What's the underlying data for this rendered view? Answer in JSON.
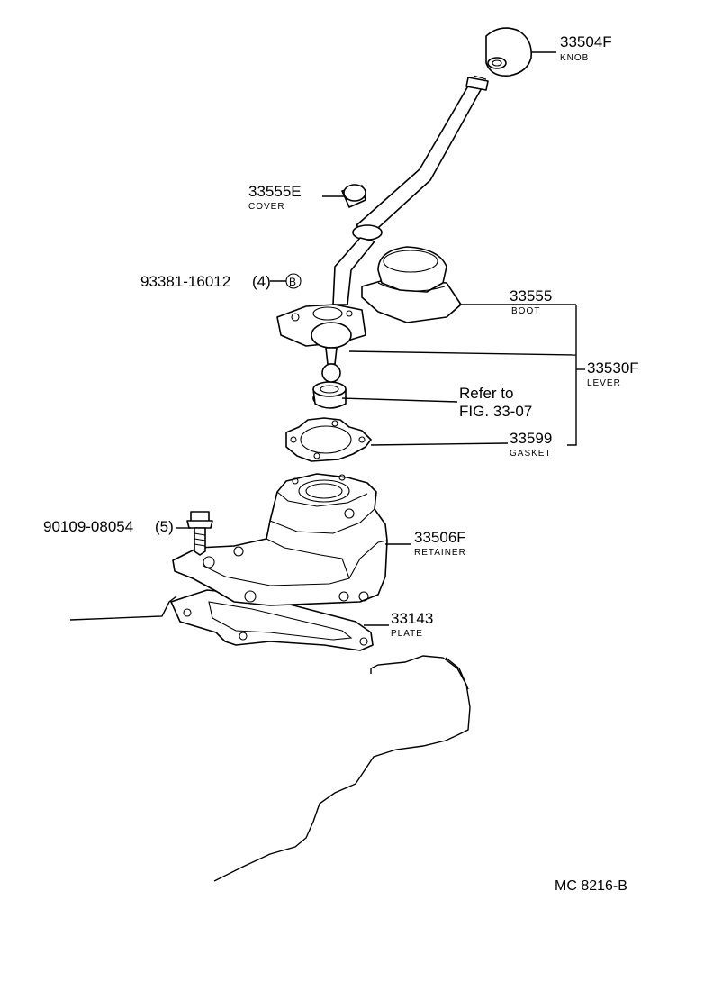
{
  "labels": {
    "knob": {
      "part_number": "33504F",
      "name": "KNOB"
    },
    "cover": {
      "part_number": "33555E",
      "name": "COVER"
    },
    "bolt_b": {
      "part_number": "93381-16012",
      "qty": "(4)",
      "marker": "B"
    },
    "boot": {
      "part_number": "33555",
      "name": "BOOT"
    },
    "lever": {
      "part_number": "33530F",
      "name": "LEVER"
    },
    "refer": {
      "line1": "Refer to",
      "line2": "FIG. 33-07"
    },
    "gasket": {
      "part_number": "33599",
      "name": "GASKET"
    },
    "bolt": {
      "part_number": "90109-08054",
      "qty": "(5)"
    },
    "retainer": {
      "part_number": "33506F",
      "name": "RETAINER"
    },
    "plate": {
      "part_number": "33143",
      "name": "PLATE"
    },
    "figure_code": "MC 8216-B"
  }
}
